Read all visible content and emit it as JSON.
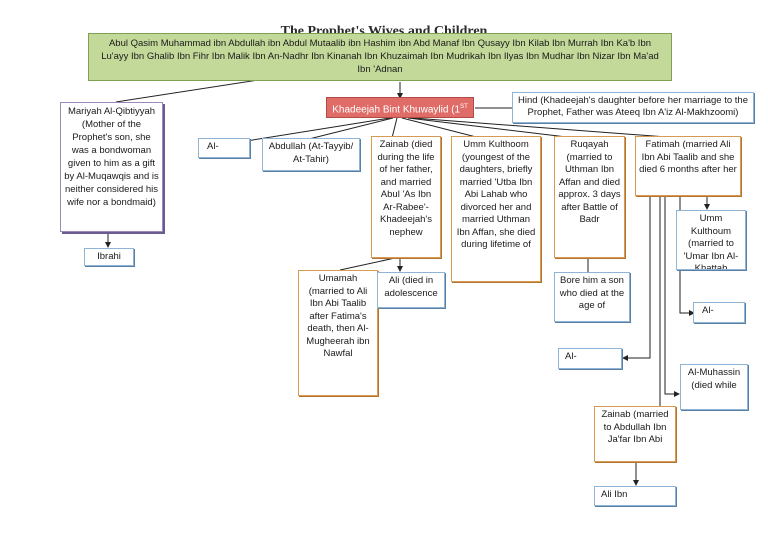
{
  "title": "The Prophet's Wives and Children",
  "ancestry": "Abul Qasim Muhammad ibn Abdullah ibn Abdul Mutaalib ibn Hashim ibn Abd Manaf Ibn Qusayy Ibn Kilab Ibn Murrah Ibn Ka'b Ibn Lu'ayy Ibn Ghalib Ibn Fihr Ibn Malik Ibn An-Nadhr Ibn Kinanah Ibn Khuzaimah Ibn Mudrikah Ibn Ilyas Ibn Mudhar Ibn Nizar Ibn Ma'ad Ibn 'Adnan",
  "khadeejah": {
    "name": "Khadeejah Bint Khuwaylid (1",
    "sup": "ST"
  },
  "hind": "Hind (Khadeejah's daughter before her marriage to the Prophet, Father was Ateeq Ibn A'iz Al-Makhzoomi)",
  "mariyah": "Mariyah Al-Qibtiyyah (Mother of the Prophet's son, she was a bondwoman given to him as a gift by Al-Muqawqis and is neither considered his wife nor a bondmaid)",
  "ibrahim": "Ibrahi",
  "children": {
    "al_qasim": "Al-",
    "abdullah": "Abdullah (At-Tayyib/ At-Tahir)",
    "zainab": "Zainab (died during the life of her father, and married Abul 'As Ibn Ar-Rabee'- Khadeejah's nephew",
    "umm_kulthoom": "Umm Kulthoom (youngest of the daughters, briefly married 'Utba Ibn Abi Lahab who divorced her and married Uthman Ibn Affan, she died during lifetime of",
    "ruqayah": "Ruqayah (married to Uthman Ibn Affan and died approx. 3 days after Battle of Badr",
    "fatimah": "Fatimah (married Ali Ibn Abi Taalib and she died 6 months after her"
  },
  "grandchildren": {
    "umamah": "Umamah (married to Ali Ibn Abi Taalib after Fatima's death, then Al-Mugheerah ibn Nawfal",
    "ali_zainab": "Ali (died in adolescence",
    "bore_him": "Bore him a son who died at the age of",
    "umm_kulthoum": "Umm Kulthoum (married to 'Umar Ibn Al-Khattab",
    "al_hasan": "Al-",
    "al_husain": "Al-",
    "al_muhassin": "Al-Muhassin (died while",
    "zainab_f": "Zainab (married to Abdullah Ibn Ja'far Ibn Abi",
    "ali_ibn": "Ali Ibn"
  },
  "colors": {
    "ancestry_fill": "#c3d99a",
    "khadeejah_fill": "#e06c68",
    "blue_border": "#8fb4d6",
    "orange_border": "#d89a52",
    "purple_border": "#9b8ab8"
  }
}
